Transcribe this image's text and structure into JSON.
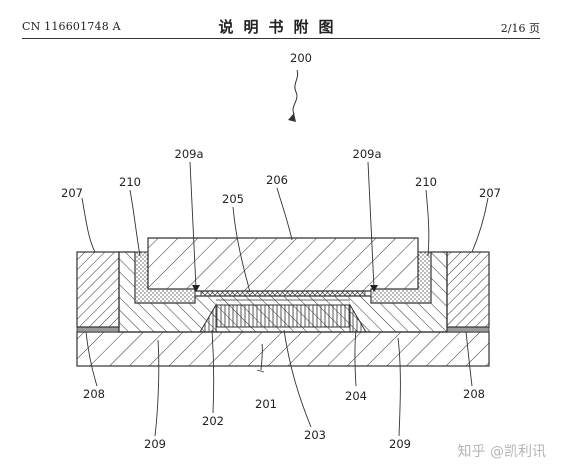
{
  "header": {
    "publication_no": "CN 116601748 A",
    "doc_title": "说明书附图",
    "page": "2/16 页"
  },
  "figure": {
    "ref_main": "200",
    "labels": {
      "l207_left": "207",
      "l210_left": "210",
      "l209a_left": "209a",
      "l205": "205",
      "l206": "206",
      "l209a_right": "209a",
      "l210_right": "210",
      "l207_right": "207",
      "l208_left": "208",
      "l209_left": "209",
      "l202": "202",
      "l201": "201",
      "l203": "203",
      "l204": "204",
      "l209_right": "209",
      "l208_right": "208"
    }
  },
  "watermark": "知乎 @凯利讯"
}
